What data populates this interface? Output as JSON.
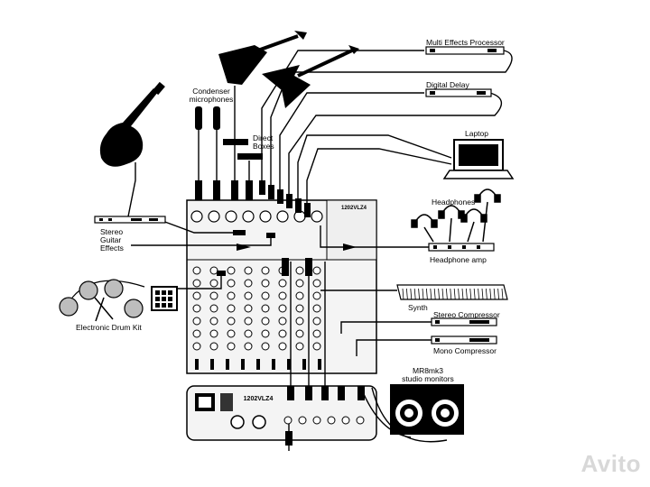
{
  "labels": {
    "multi_effects": "Multi Effects Processor",
    "digital_delay": "Digital Delay",
    "laptop": "Laptop",
    "headphones": "Headphones",
    "headphone_amp": "Headphone amp",
    "condenser_line1": "Condenser",
    "condenser_line2": "microphones",
    "direct_line1": "Direct",
    "direct_line2": "Boxes",
    "stereo_fx_line1": "Stereo",
    "stereo_fx_line2": "Guitar",
    "stereo_fx_line3": "Effects",
    "drum_kit": "Electronic Drum Kit",
    "synth": "Synth",
    "stereo_comp": "Stereo Compressor",
    "mono_comp": "Mono Compressor",
    "monitors_line1": "MR8mk3",
    "monitors_line2": "studio monitors"
  },
  "mixer": {
    "model_top": "1202VLZ4",
    "model_rear": "1202VLZ4"
  },
  "watermark": "Avito",
  "colors": {
    "ink": "#000000",
    "panel": "#f2f2f2",
    "watermark": "#d8d8d8"
  }
}
